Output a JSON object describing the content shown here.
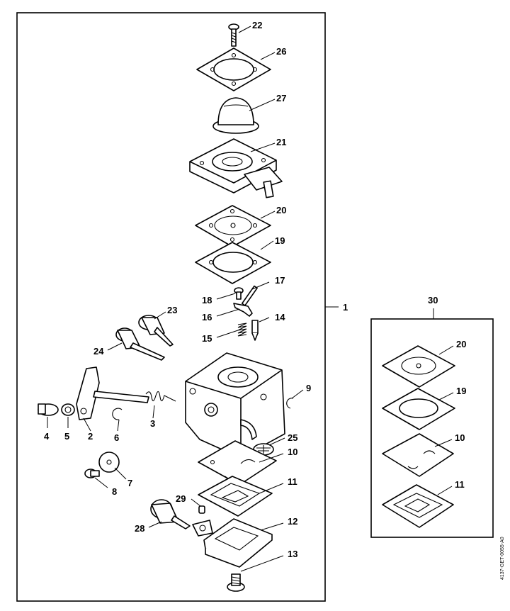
{
  "labels": {
    "p1": "1",
    "p2": "2",
    "p3": "3",
    "p4": "4",
    "p5": "5",
    "p6": "6",
    "p7": "7",
    "p8": "8",
    "p9": "9",
    "p10": "10",
    "p10b": "10",
    "p11": "11",
    "p11b": "11",
    "p12": "12",
    "p13": "13",
    "p14": "14",
    "p15": "15",
    "p16": "16",
    "p17": "17",
    "p18": "18",
    "p19": "19",
    "p19b": "19",
    "p20": "20",
    "p20b": "20",
    "p21": "21",
    "p22": "22",
    "p23": "23",
    "p24": "24",
    "p25": "25",
    "p26": "26",
    "p27": "27",
    "p28": "28",
    "p29": "29",
    "p30": "30"
  },
  "doc_code": "4137-GET-0055-A0"
}
